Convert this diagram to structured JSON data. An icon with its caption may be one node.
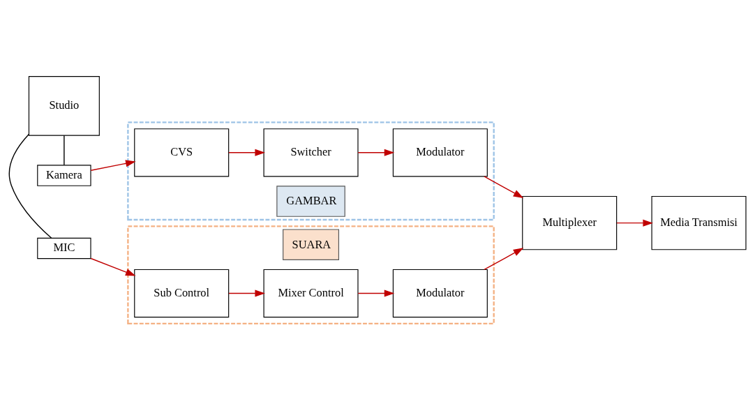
{
  "diagram": {
    "nodes": [
      {
        "text": [
          "SUARA"
        ]
      },
      {
        "text": [
          "Sub Control"
        ],
        "in": 0
      },
      {
        "text": [
          "Mixer Control"
        ],
        "in": 0
      },
      {
        "text": [
          "Modulator"
        ],
        "in": 0
      },
      {
        "text": [
          "MIC"
        ]
      },
      {
        "text": [
          "Studio"
        ]
      },
      {
        "text": [
          "Kamera"
        ]
      },
      {
        "text": [
          "Multiplexer"
        ]
      },
      {
        "text": [
          "Media Transmisi"
        ]
      },
      {
        "text": [
          "GAMBAR"
        ]
      },
      {
        "text": [
          "CVS"
        ],
        "in": 9
      },
      {
        "text": [
          "Switcher"
        ],
        "in": 9
      },
      {
        "text": [
          "Modulator"
        ],
        "in": 9
      }
    ],
    "edges": [
      {
        "from": 5,
        "to": 4,
        "arrow": "none",
        "color": "#000000"
      },
      {
        "from": 4,
        "to": 1,
        "arrow": "to"
      },
      {
        "from": 1,
        "to": 2,
        "arrow": "to"
      },
      {
        "from": 2,
        "to": 3,
        "arrow": "to"
      },
      {
        "from": 3,
        "to": 7,
        "arrow": "to"
      },
      {
        "from": 5,
        "to": 6,
        "arrow": "none",
        "color": "#000000"
      },
      {
        "from": 6,
        "to": 10,
        "arrow": "to"
      },
      {
        "from": 10,
        "to": 11,
        "arrow": "to"
      },
      {
        "from": 11,
        "to": 12,
        "arrow": "to"
      },
      {
        "from": 12,
        "to": 7,
        "arrow": "to"
      },
      {
        "from": 7,
        "to": 8,
        "arrow": "to"
      }
    ]
  }
}
